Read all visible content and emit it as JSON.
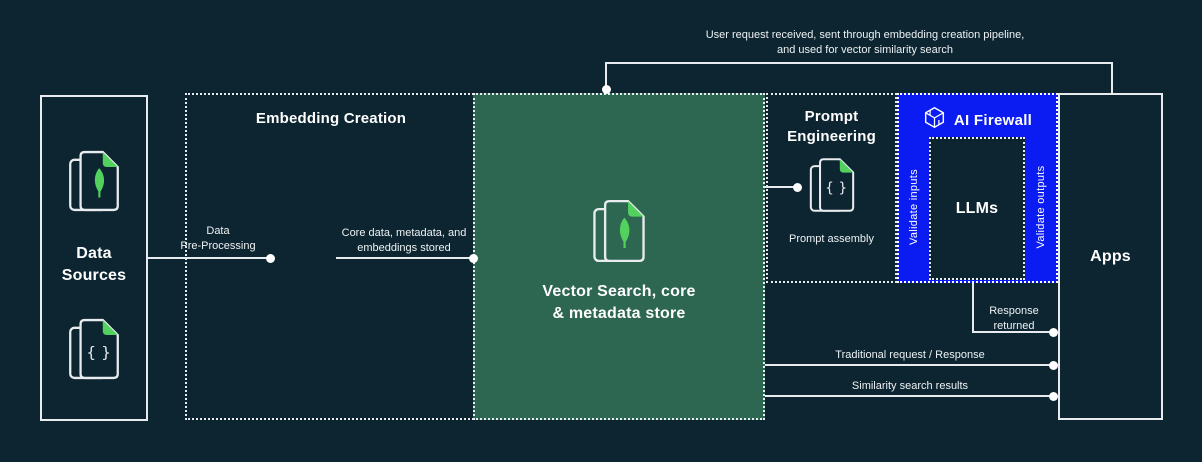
{
  "colors": {
    "background": "#0c2531",
    "panel_green": "#2d6752",
    "panel_blue": "#0a1cf2",
    "accent_green": "#53d15f",
    "line": "#e9ecee",
    "text": "#ffffff"
  },
  "nodes": {
    "data_sources": {
      "title_lines": [
        "Data",
        "Sources"
      ],
      "icons": [
        "mongodb-document-stack-icon",
        "json-document-stack-icon"
      ]
    },
    "embedding_creation": {
      "title": "Embedding Creation"
    },
    "vector_store": {
      "title_lines": [
        "Vector Search, core",
        "& metadata store"
      ],
      "icon": "mongodb-document-stack-icon"
    },
    "prompt_engineering": {
      "title_lines": [
        "Prompt",
        "Engineering"
      ],
      "caption": "Prompt assembly",
      "icon": "json-document-stack-icon"
    },
    "ai_firewall": {
      "title": "AI Firewall",
      "icon": "ai-firewall-icon",
      "validate_inputs": "Validate inputs",
      "validate_outputs": "Validate outputs",
      "llms": "LLMs"
    },
    "apps": {
      "title": "Apps"
    }
  },
  "labels": {
    "user_request_lines": [
      "User request received, sent through embedding creation pipeline,",
      "and used for vector similarity search"
    ],
    "data_preprocessing_lines": [
      "Data",
      "Pre-Processing"
    ],
    "core_data_lines": [
      "Core data, metadata, and",
      "embeddings stored"
    ],
    "response_returned_lines": [
      "Response",
      "returned"
    ],
    "traditional": "Traditional request / Response",
    "similarity": "Similarity search results"
  }
}
